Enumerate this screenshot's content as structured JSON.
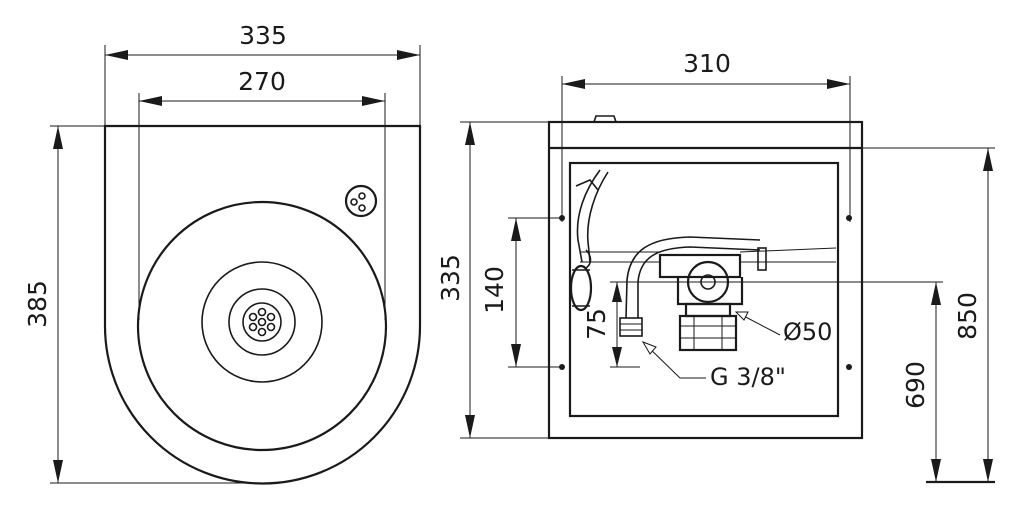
{
  "front_view": {
    "overall_width": "335",
    "bowl_width": "270",
    "overall_depth": "385"
  },
  "side_view": {
    "width": "310",
    "height": "335",
    "fixing_spacing": "140",
    "outlet_offset": "75",
    "drain_diameter": "Ø50",
    "water_connection": "G 3/8\"",
    "top_height": "850",
    "outlet_height": "690"
  },
  "colors": {
    "line": "#1a1a1a",
    "background": "#ffffff"
  }
}
